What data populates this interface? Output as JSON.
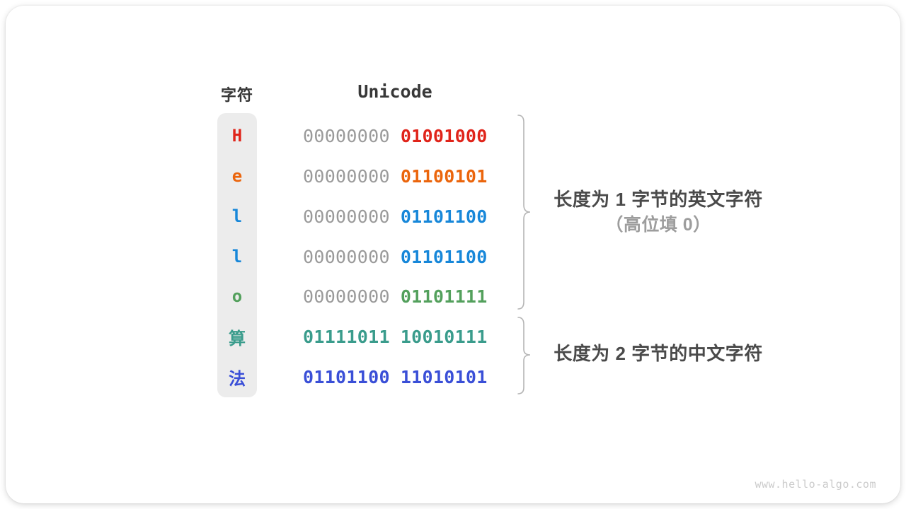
{
  "header": {
    "char_col": "字符",
    "encoding_col": "Unicode"
  },
  "palette": {
    "muted_bits": "#9a9a9a",
    "red": "#e0241a",
    "orange": "#eb650c",
    "azure": "#1787d9",
    "green": "#53a05c",
    "teal": "#3a9c8c",
    "indigo": "#3a4fd7",
    "column_bg": "#ececec",
    "brace": "#b5b5b5",
    "text_dark": "#383838",
    "annotation_text": "#4a4a4a",
    "annotation_muted": "#9d9d9d",
    "watermark": "#cbcbcb"
  },
  "rows": [
    {
      "char": "H",
      "color": "#e0241a",
      "groups": [
        {
          "bits": "00000000",
          "color": "#9a9a9a",
          "muted": true
        },
        {
          "bits": "01001000",
          "color": "#e0241a",
          "muted": false
        }
      ]
    },
    {
      "char": "e",
      "color": "#eb650c",
      "groups": [
        {
          "bits": "00000000",
          "color": "#9a9a9a",
          "muted": true
        },
        {
          "bits": "01100101",
          "color": "#eb650c",
          "muted": false
        }
      ]
    },
    {
      "char": "l",
      "color": "#1787d9",
      "groups": [
        {
          "bits": "00000000",
          "color": "#9a9a9a",
          "muted": true
        },
        {
          "bits": "01101100",
          "color": "#1787d9",
          "muted": false
        }
      ]
    },
    {
      "char": "l",
      "color": "#1787d9",
      "groups": [
        {
          "bits": "00000000",
          "color": "#9a9a9a",
          "muted": true
        },
        {
          "bits": "01101100",
          "color": "#1787d9",
          "muted": false
        }
      ]
    },
    {
      "char": "o",
      "color": "#53a05c",
      "groups": [
        {
          "bits": "00000000",
          "color": "#9a9a9a",
          "muted": true
        },
        {
          "bits": "01101111",
          "color": "#53a05c",
          "muted": false
        }
      ]
    },
    {
      "char": "算",
      "color": "#3a9c8c",
      "groups": [
        {
          "bits": "01111011",
          "color": "#3a9c8c",
          "muted": false
        },
        {
          "bits": "10010111",
          "color": "#3a9c8c",
          "muted": false
        }
      ]
    },
    {
      "char": "法",
      "color": "#3a4fd7",
      "groups": [
        {
          "bits": "01101100",
          "color": "#3a4fd7",
          "muted": false
        },
        {
          "bits": "11010101",
          "color": "#3a4fd7",
          "muted": false
        }
      ]
    }
  ],
  "annotations": {
    "english": {
      "line1": "长度为 1 字节的英文字符",
      "line2": "（高位填 0）"
    },
    "chinese": {
      "line1": "长度为 2 字节的中文字符"
    }
  },
  "watermark": "www.hello-algo.com"
}
